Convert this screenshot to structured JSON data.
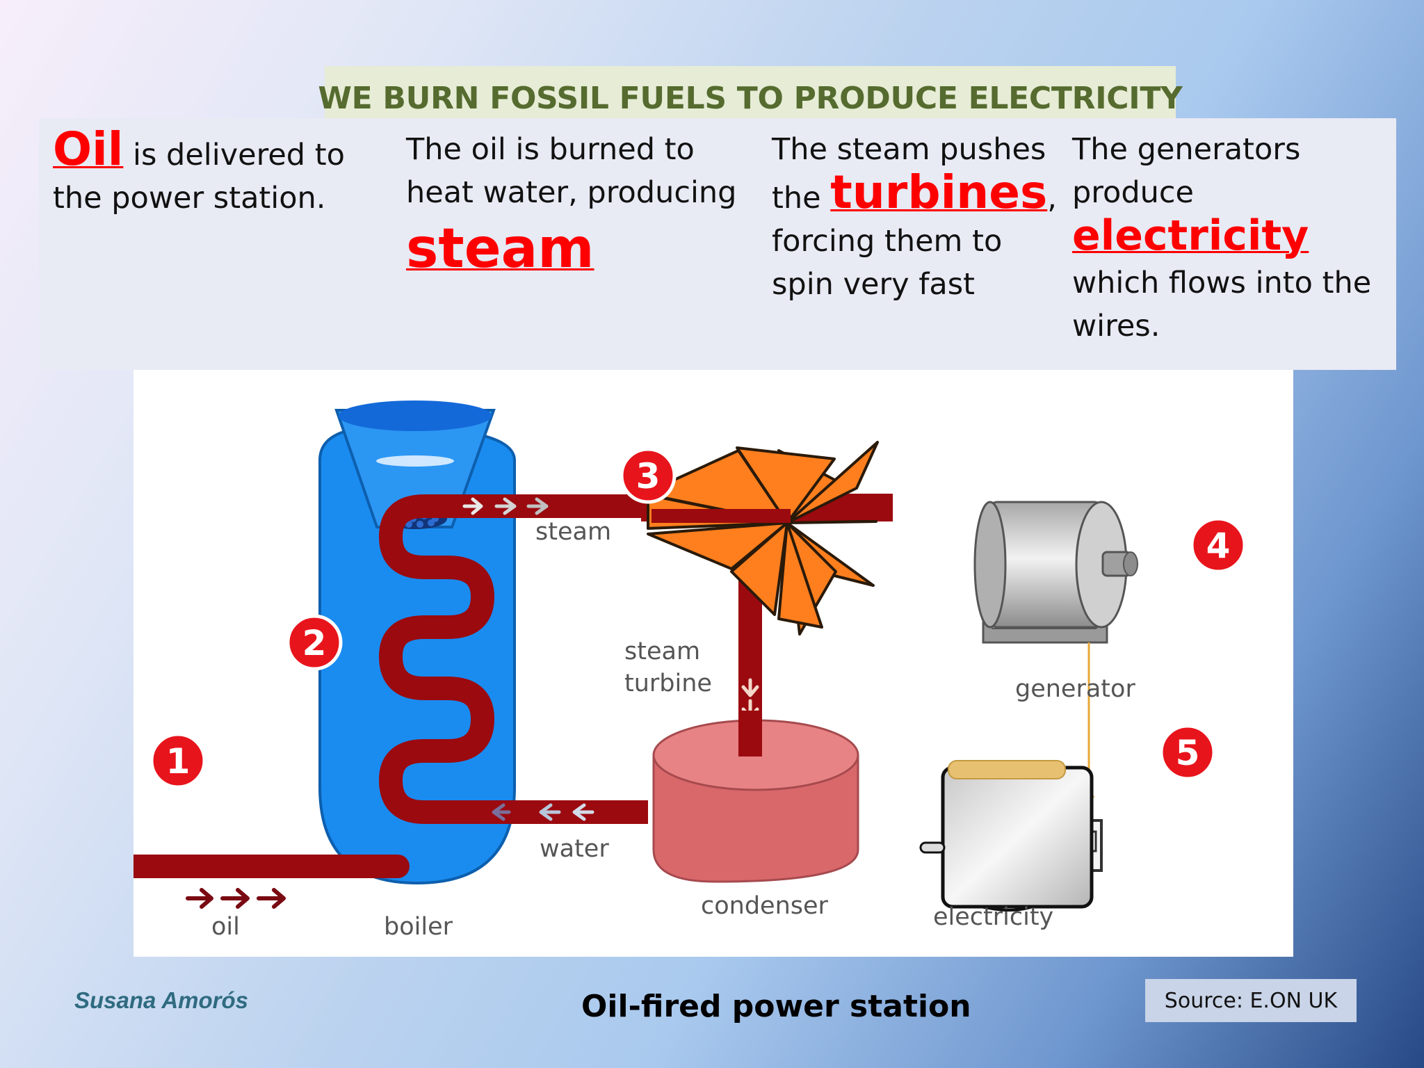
{
  "title": "WE BURN FOSSIL FUELS TO PRODUCE ELECTRICITY",
  "steps": [
    {
      "keyword": "Oil",
      "after": " is delivered to the power station."
    },
    {
      "before": "The oil is burned to heat water, producing ",
      "keyword": "steam"
    },
    {
      "before": "The steam pushes the ",
      "keyword": "turbines",
      "after": ", forcing them to spin very fast"
    },
    {
      "before": "The generators produce ",
      "keyword": "electricity",
      "after": " which flows into the wires."
    }
  ],
  "diagram": {
    "labels": {
      "steam": "steam",
      "steam_turbine_1": "steam",
      "steam_turbine_2": "turbine",
      "generator": "generator",
      "condenser": "condenser",
      "water": "water",
      "oil": "oil",
      "boiler": "boiler",
      "electricity": "electricity"
    },
    "markers": [
      "1",
      "2",
      "3",
      "4",
      "5"
    ],
    "colors": {
      "pipe": "#9b0a0f",
      "boiler": "#1a8cf0",
      "turbine": "#ff7f1e",
      "condenser": "#e07a7a",
      "marker": "#e8141c"
    }
  },
  "author": "Susana Amorós",
  "caption": "Oil-fired power station",
  "source": "Source: E.ON UK"
}
